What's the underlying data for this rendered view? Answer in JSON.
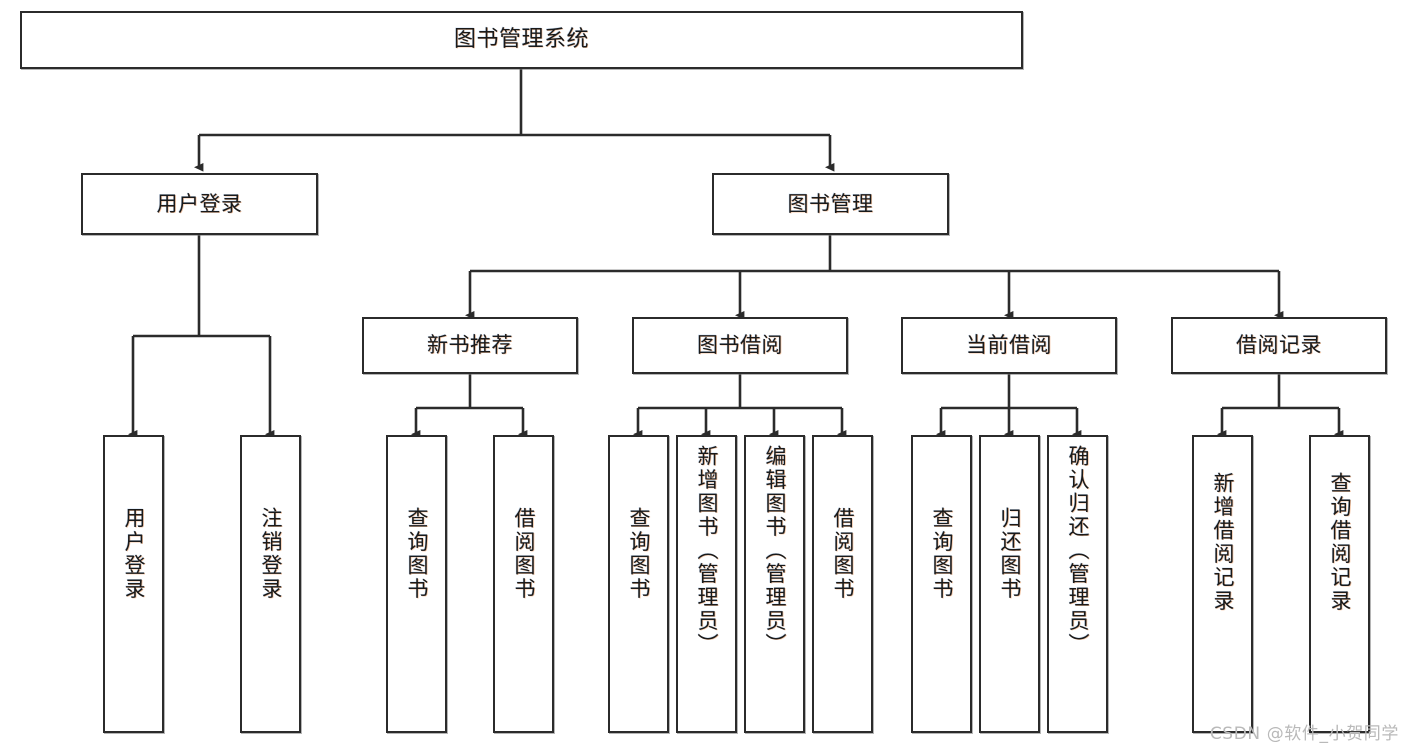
{
  "diagram": {
    "type": "tree",
    "title": "图书管理系统",
    "colors": {
      "stroke": "#2b2b2b",
      "fill": "#ffffff",
      "text": "#1a1a1a",
      "watermark": "#b9b9b9"
    },
    "levels": {
      "root": {
        "label": "图书管理系统"
      },
      "level1": [
        {
          "label": "用户登录"
        },
        {
          "label": "图书管理"
        }
      ],
      "level2": [
        {
          "label": "新书推荐"
        },
        {
          "label": "图书借阅"
        },
        {
          "label": "当前借阅"
        },
        {
          "label": "借阅记录"
        }
      ]
    },
    "leaves": {
      "user_login": [
        {
          "label": "用户登录"
        },
        {
          "label": "注销登录"
        }
      ],
      "new_book_recommend": [
        {
          "label": "查询图书"
        },
        {
          "label": "借阅图书"
        }
      ],
      "book_borrow": [
        {
          "label": "查询图书"
        },
        {
          "label": "新增图书（管理员）"
        },
        {
          "label": "编辑图书（管理员）"
        },
        {
          "label": "借阅图书"
        }
      ],
      "current_borrow": [
        {
          "label": "查询图书"
        },
        {
          "label": "归还图书"
        },
        {
          "label": "确认归还（管理员）"
        }
      ],
      "borrow_record": [
        {
          "label": "新增借阅记录"
        },
        {
          "label": "查询借阅记录"
        }
      ]
    }
  },
  "watermark": {
    "text": "CSDN @软件_小贺同学"
  }
}
